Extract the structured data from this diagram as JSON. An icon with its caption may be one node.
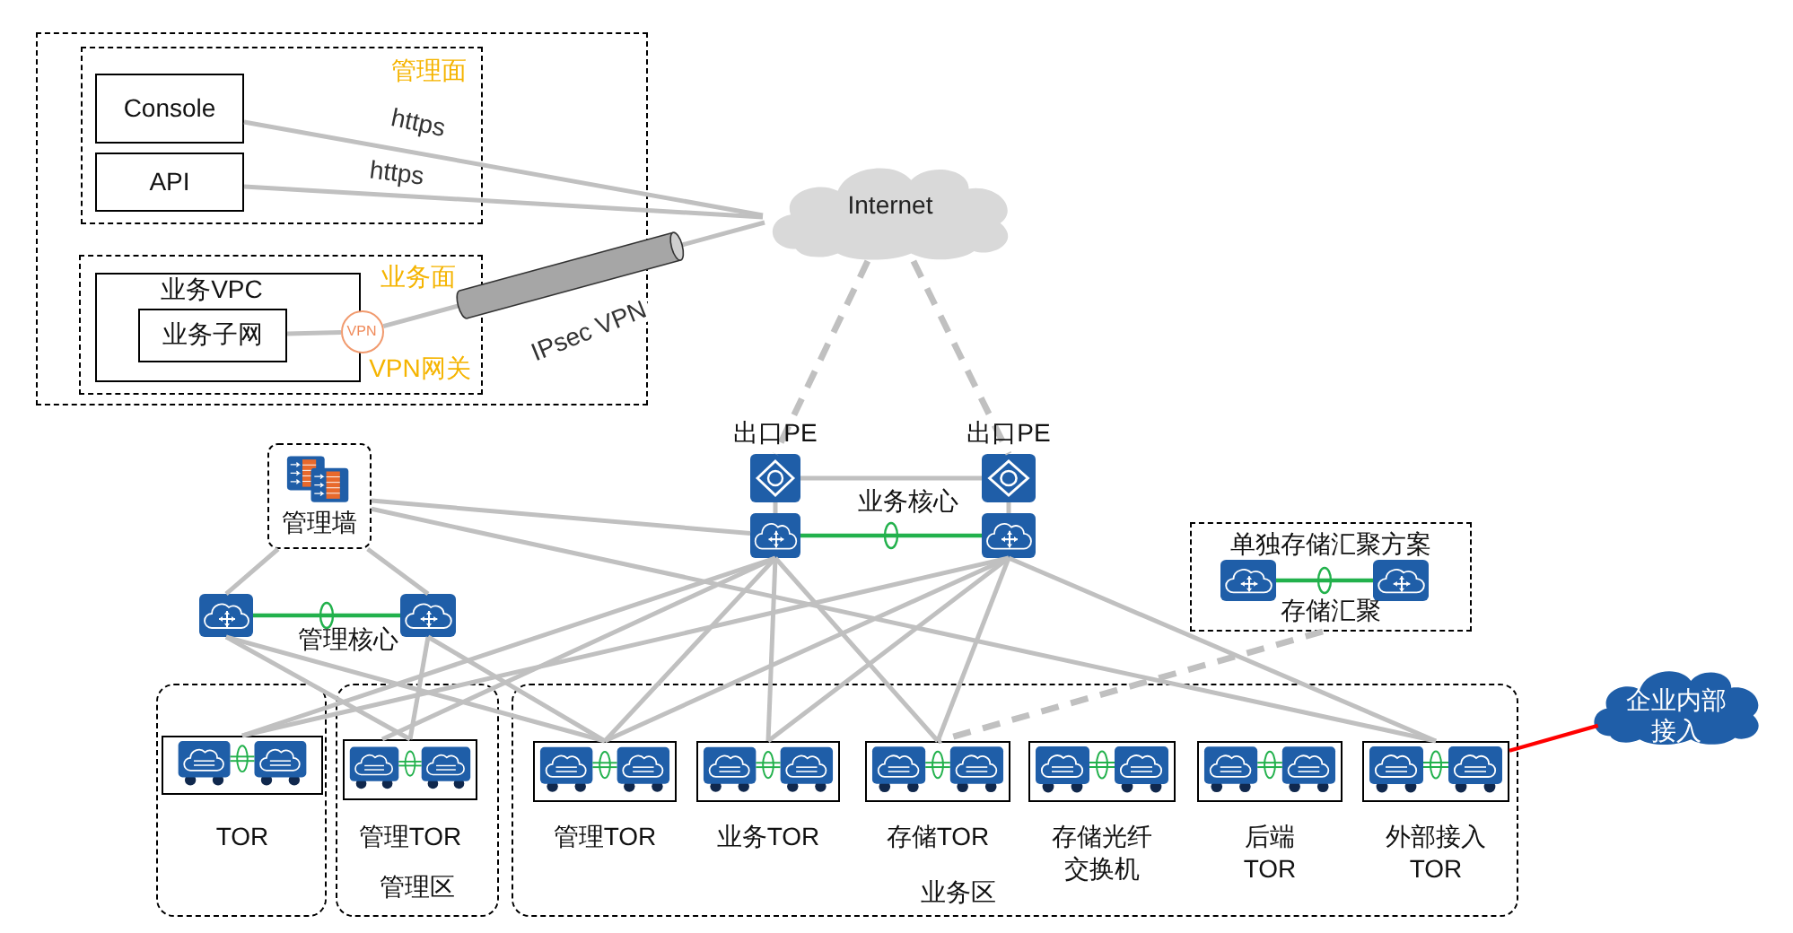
{
  "diagram": {
    "nodes": [
      {
        "text": [],
        "shape": "box"
      },
      {
        "text": [
          "管理面"
        ],
        "in": 0
      },
      {
        "text": [
          "Console"
        ],
        "in": 1
      },
      {
        "text": [
          "API"
        ],
        "in": 1
      },
      {
        "text": [
          "业务面"
        ],
        "in": 0
      },
      {
        "text": [
          "业务VPC"
        ],
        "in": 4
      },
      {
        "text": [
          "业务子网"
        ],
        "in": 5
      },
      {
        "text": [
          "VPN"
        ],
        "beside": [
          "VPN网关"
        ],
        "in": 4
      },
      {
        "text": [
          "Internet"
        ]
      },
      {
        "text": [
          "出口PE"
        ]
      },
      {
        "text": [
          "出口PE"
        ]
      },
      {
        "text": [
          "管理墙"
        ]
      },
      {
        "text": [],
        "shape": "picture"
      },
      {
        "text": [],
        "shape": "picture"
      },
      {
        "text": [
          "单独存储汇聚方案",
          "存储汇聚"
        ]
      },
      {
        "text": [],
        "shape": "picture",
        "in": 14
      },
      {
        "text": [],
        "shape": "picture",
        "in": 14
      },
      {
        "text": [],
        "shape": "picture"
      },
      {
        "text": [],
        "shape": "picture"
      },
      {
        "text": [
          "企业内部接入"
        ]
      },
      {
        "text": [],
        "shape": "box"
      },
      {
        "text": [
          "TOR"
        ],
        "in": 20
      },
      {
        "text": [
          "管理区"
        ]
      },
      {
        "text": [
          "管理TOR"
        ],
        "in": 22
      },
      {
        "text": [
          "业务区"
        ]
      },
      {
        "text": [
          "管理TOR"
        ],
        "in": 24
      },
      {
        "text": [
          "业务TOR"
        ],
        "in": 24
      },
      {
        "text": [
          "存储TOR"
        ],
        "in": 24
      },
      {
        "text": [
          "存储光纤交换机"
        ],
        "in": 24
      },
      {
        "text": [
          "后端TOR"
        ],
        "in": 24
      },
      {
        "text": [
          "外部接入TOR"
        ],
        "in": 24
      }
    ],
    "edges": [
      {
        "from": 2,
        "to": 8,
        "arrow": "none",
        "label": "https"
      },
      {
        "from": 3,
        "to": 8,
        "arrow": "none",
        "label": "https"
      },
      {
        "from": 6,
        "to": 7,
        "arrow": "none"
      },
      {
        "from": 7,
        "to": 8,
        "arrow": "none",
        "label": "IPsec VPN"
      },
      {
        "from": 8,
        "to": 9,
        "arrow": "none",
        "style": "dashed"
      },
      {
        "from": 8,
        "to": 10,
        "arrow": "none",
        "style": "dashed"
      },
      {
        "from": 9,
        "to": 10,
        "arrow": "none"
      },
      {
        "from": 9,
        "to": 12,
        "arrow": "none"
      },
      {
        "from": 10,
        "to": 13,
        "arrow": "none"
      },
      {
        "from": 12,
        "to": 13,
        "arrow": "none",
        "color": "#22b14c"
      },
      {
        "from": 11,
        "to": 17,
        "arrow": "none"
      },
      {
        "from": 11,
        "to": 18,
        "arrow": "none"
      },
      {
        "from": 11,
        "to": 12,
        "arrow": "none"
      },
      {
        "from": 17,
        "to": 18,
        "arrow": "none",
        "color": "#22b14c"
      },
      {
        "from": 15,
        "to": 16,
        "arrow": "none",
        "color": "#22b14c"
      },
      {
        "from": 12,
        "to": 21,
        "arrow": "none"
      },
      {
        "from": 13,
        "to": 21,
        "arrow": "none"
      },
      {
        "from": 12,
        "to": 23,
        "arrow": "none"
      },
      {
        "from": 17,
        "to": 23,
        "arrow": "none"
      },
      {
        "from": 18,
        "to": 23,
        "arrow": "none"
      },
      {
        "from": 12,
        "to": 25,
        "arrow": "none"
      },
      {
        "from": 13,
        "to": 25,
        "arrow": "none"
      },
      {
        "from": 17,
        "to": 25,
        "arrow": "none"
      },
      {
        "from": 18,
        "to": 25,
        "arrow": "none"
      },
      {
        "from": 12,
        "to": 26,
        "arrow": "none"
      },
      {
        "from": 13,
        "to": 26,
        "arrow": "none"
      },
      {
        "from": 12,
        "to": 27,
        "arrow": "none"
      },
      {
        "from": 13,
        "to": 27,
        "arrow": "none"
      },
      {
        "from": 11,
        "to": 30,
        "arrow": "none"
      },
      {
        "from": 13,
        "to": 30,
        "arrow": "none"
      },
      {
        "from": 14,
        "to": 27,
        "arrow": "none",
        "style": "dashed"
      },
      {
        "from": 30,
        "to": 19,
        "arrow": "none",
        "color": "#ff0000"
      }
    ],
    "labels": [
      "业务核心",
      "管理核心"
    ]
  }
}
